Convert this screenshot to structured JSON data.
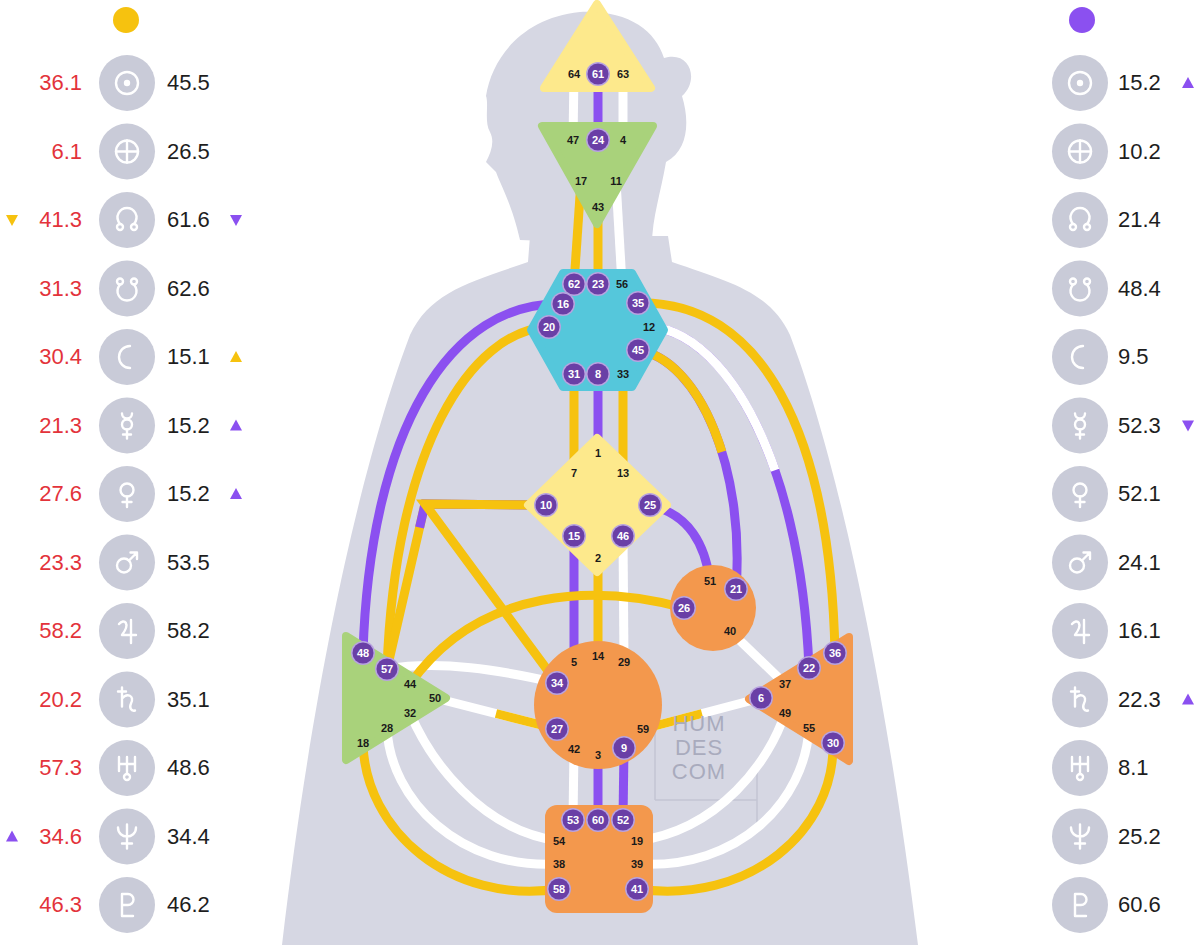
{
  "diagram": {
    "nodes": [
      {
        "text": [
          "64",
          "61",
          "63"
        ]
      },
      {
        "text": [
          "47",
          "24",
          "4",
          "17",
          "11",
          "43"
        ]
      },
      {
        "text": [
          "62",
          "23",
          "56",
          "16",
          "35",
          "20",
          "12",
          "45",
          "31",
          "8",
          "33"
        ]
      },
      {
        "text": [
          "1",
          "7",
          "13",
          "10",
          "25",
          "15",
          "46",
          "2"
        ]
      },
      {
        "text": [
          "51",
          "21",
          "26",
          "40"
        ]
      },
      {
        "text": [
          "48",
          "57",
          "44",
          "50",
          "32",
          "28",
          "18"
        ]
      },
      {
        "text": [
          "5",
          "14",
          "29",
          "34",
          "27",
          "59",
          "42",
          "3",
          "9"
        ]
      },
      {
        "text": [
          "36",
          "22",
          "37",
          "6",
          "49",
          "55",
          "30"
        ]
      },
      {
        "text": [
          "53",
          "60",
          "52",
          "54",
          "19",
          "38",
          "39",
          "58",
          "41"
        ]
      }
    ],
    "edges": [
      {
        "from": 0,
        "to": 1,
        "arrow": "none"
      },
      {
        "from": 0,
        "to": 1,
        "arrow": "none"
      },
      {
        "from": 0,
        "to": 1,
        "arrow": "none"
      },
      {
        "from": 1,
        "to": 2,
        "arrow": "none"
      },
      {
        "from": 1,
        "to": 2,
        "arrow": "none"
      },
      {
        "from": 1,
        "to": 2,
        "arrow": "none"
      },
      {
        "from": 2,
        "to": 5,
        "arrow": "none"
      },
      {
        "from": 2,
        "to": 5,
        "arrow": "none"
      },
      {
        "from": 2,
        "to": 3,
        "arrow": "none"
      },
      {
        "from": 2,
        "to": 3,
        "arrow": "none"
      },
      {
        "from": 2,
        "to": 3,
        "arrow": "none"
      },
      {
        "from": 2,
        "to": 7,
        "arrow": "none"
      },
      {
        "from": 2,
        "to": 7,
        "arrow": "none"
      },
      {
        "from": 2,
        "to": 4,
        "arrow": "none"
      },
      {
        "from": 3,
        "to": 4,
        "arrow": "none"
      },
      {
        "from": 3,
        "to": 6,
        "arrow": "none"
      },
      {
        "from": 3,
        "to": 6,
        "arrow": "none"
      },
      {
        "from": 3,
        "to": 6,
        "arrow": "none"
      },
      {
        "from": 3,
        "to": 5,
        "arrow": "none"
      },
      {
        "from": 3,
        "to": 6,
        "arrow": "none"
      },
      {
        "from": 4,
        "to": 5,
        "arrow": "none"
      },
      {
        "from": 4,
        "to": 7,
        "arrow": "none"
      },
      {
        "from": 6,
        "to": 5,
        "arrow": "none"
      },
      {
        "from": 6,
        "to": 5,
        "arrow": "none"
      },
      {
        "from": 6,
        "to": 7,
        "arrow": "none"
      },
      {
        "from": 6,
        "to": 8,
        "arrow": "none"
      },
      {
        "from": 6,
        "to": 8,
        "arrow": "none"
      },
      {
        "from": 6,
        "to": 8,
        "arrow": "none"
      },
      {
        "from": 8,
        "to": 5,
        "arrow": "none"
      },
      {
        "from": 8,
        "to": 5,
        "arrow": "none"
      },
      {
        "from": 8,
        "to": 5,
        "arrow": "none"
      },
      {
        "from": 8,
        "to": 7,
        "arrow": "none"
      },
      {
        "from": 8,
        "to": 7,
        "arrow": "none"
      },
      {
        "from": 8,
        "to": 7,
        "arrow": "none"
      }
    ],
    "labels": [
      "36.1",
      "45.5",
      "15.2",
      "6.1",
      "26.5",
      "10.2",
      "41.3",
      "61.6",
      "21.4",
      "31.3",
      "62.6",
      "48.4",
      "30.4",
      "15.1",
      "9.5",
      "21.3",
      "15.2",
      "52.3",
      "27.6",
      "15.2",
      "52.1",
      "23.3",
      "53.5",
      "24.1",
      "58.2",
      "58.2",
      "16.1",
      "20.2",
      "35.1",
      "22.3",
      "57.3",
      "48.6",
      "8.1",
      "34.6",
      "34.4",
      "25.2",
      "46.3",
      "46.2",
      "60.6",
      "HUM DES COM"
    ]
  }
}
